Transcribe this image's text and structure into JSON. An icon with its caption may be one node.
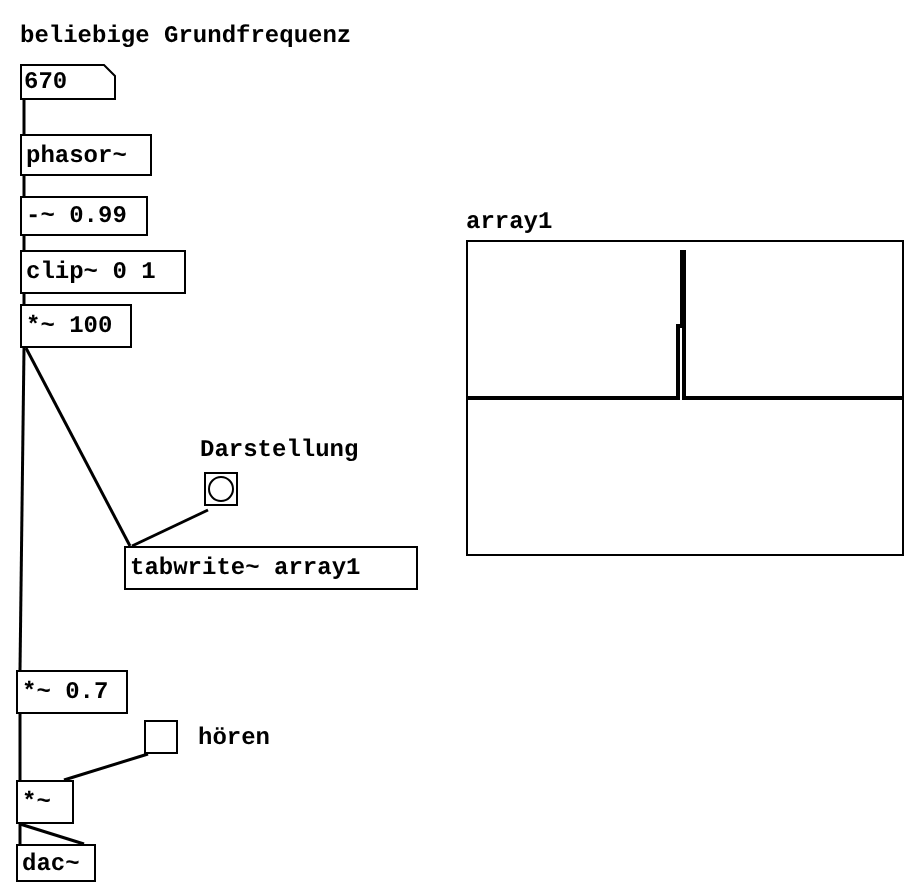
{
  "diagram": {
    "nodes": [
      {
        "text": [
          "670"
        ]
      },
      {
        "text": [
          "phasor~"
        ]
      },
      {
        "text": [
          "-~ 0.99"
        ]
      },
      {
        "text": [
          "clip~ 0 1"
        ]
      },
      {
        "text": [
          "*~ 100"
        ]
      },
      {
        "text": [
          "Darstellung"
        ]
      },
      {
        "text": [
          "tabwrite~ array1"
        ]
      },
      {
        "text": [
          "*~ 0.7"
        ]
      },
      {
        "text": [
          "hören"
        ]
      },
      {
        "text": [
          "*~"
        ]
      },
      {
        "text": [
          "dac~"
        ]
      },
      {
        "text": [
          "array1"
        ]
      }
    ],
    "edges": [
      {
        "from": 0,
        "to": 1,
        "arrow": "none"
      },
      {
        "from": 1,
        "to": 2,
        "arrow": "none"
      },
      {
        "from": 2,
        "to": 3,
        "arrow": "none"
      },
      {
        "from": 3,
        "to": 4,
        "arrow": "none"
      },
      {
        "from": 4,
        "to": 6,
        "arrow": "none"
      },
      {
        "from": 4,
        "to": 7,
        "arrow": "none"
      },
      {
        "from": 5,
        "to": 6,
        "arrow": "none"
      },
      {
        "from": 7,
        "to": 9,
        "arrow": "none"
      },
      {
        "from": 8,
        "to": 9,
        "arrow": "none"
      },
      {
        "from": 9,
        "to": 10,
        "arrow": "none"
      },
      {
        "from": 9,
        "to": 10,
        "arrow": "none"
      }
    ],
    "labels": [
      "beliebige Grundfrequenz"
    ]
  }
}
